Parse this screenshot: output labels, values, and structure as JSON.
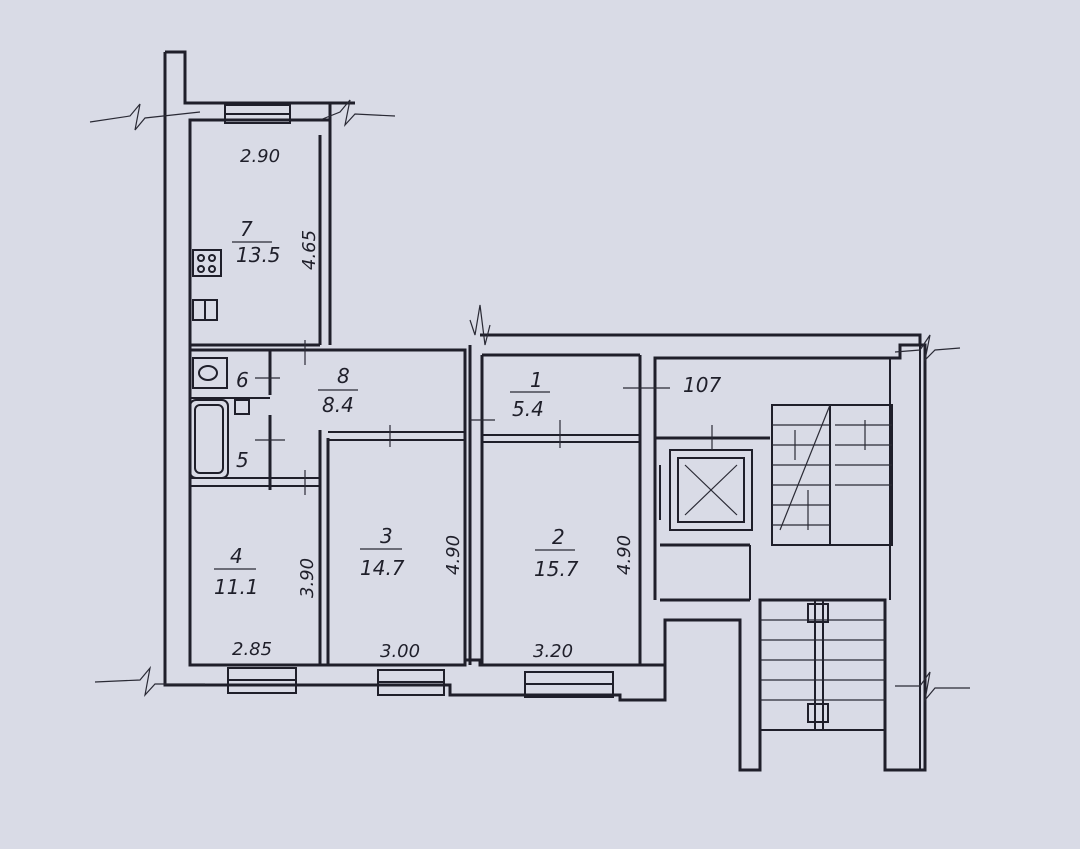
{
  "rooms": [
    {
      "id": "7",
      "area": "13.5"
    },
    {
      "id": "8",
      "area": "8.4"
    },
    {
      "id": "6"
    },
    {
      "id": "5"
    },
    {
      "id": "1",
      "area": "5.4"
    },
    {
      "id": "2",
      "area": "15.7"
    },
    {
      "id": "3",
      "area": "14.7"
    },
    {
      "id": "4",
      "area": "11.1"
    }
  ],
  "dimensions": {
    "kitchen_width": "2.90",
    "kitchen_depth": "4.65",
    "room4_depth": "3.90",
    "room4_width": "2.85",
    "room3_depth": "4.90",
    "room3_width": "3.00",
    "room2_depth": "4.90",
    "room2_width": "3.20"
  },
  "landing_label": "107"
}
